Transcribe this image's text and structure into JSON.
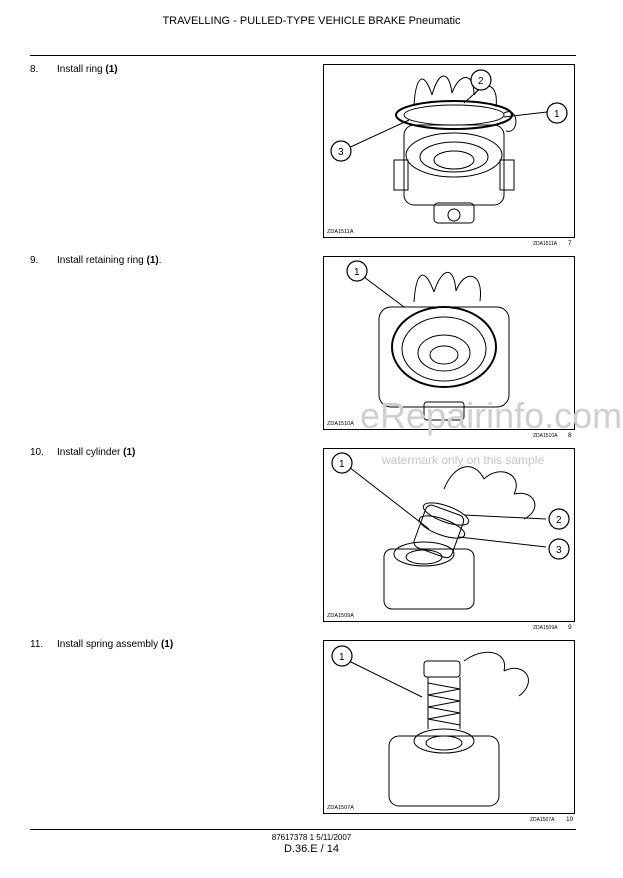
{
  "header": {
    "title": "TRAVELLING - PULLED-TYPE VEHICLE BRAKE Pneumatic"
  },
  "steps": [
    {
      "number": "8.",
      "text": "Install ring",
      "ref": "(1)",
      "trail": "",
      "figure_code": "ZDA1511A",
      "figure_ref": "ZDA1511A",
      "figure_no": "7",
      "callouts": [
        "1",
        "2",
        "3"
      ]
    },
    {
      "number": "9.",
      "text": "Install retaining ring",
      "ref": "(1)",
      "trail": ".",
      "figure_code": "ZDA1510A",
      "figure_ref": "ZDA1510A",
      "figure_no": "8",
      "callouts": [
        "1"
      ]
    },
    {
      "number": "10.",
      "text": "Install cylinder",
      "ref": "(1)",
      "trail": "",
      "figure_code": "ZDA1509A",
      "figure_ref": "ZDA1509A",
      "figure_no": "9",
      "callouts": [
        "1",
        "2",
        "3"
      ]
    },
    {
      "number": "11.",
      "text": "Install spring assembly",
      "ref": "(1)",
      "trail": "",
      "figure_code": "ZDA1507A",
      "figure_ref": "ZDA1507A",
      "figure_no": "10",
      "callouts": [
        "1"
      ]
    }
  ],
  "watermark": {
    "main": "eRepairinfo.com",
    "sub": "watermark only on this sample"
  },
  "footer": {
    "doc_info": "87617378 1 5/11/2007",
    "page": "D.36.E / 14"
  }
}
